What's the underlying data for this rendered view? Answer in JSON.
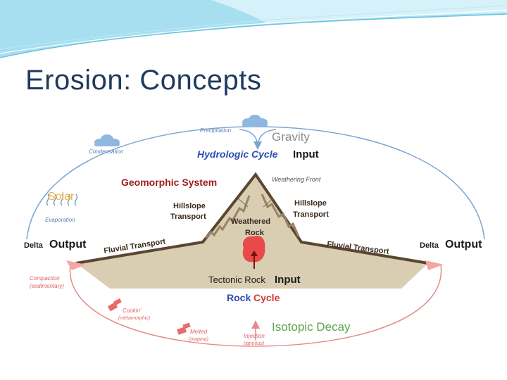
{
  "slide": {
    "title": "Erosion: Concepts"
  },
  "colors": {
    "title": "#1f3a5c",
    "header_band": "#a8dff0",
    "hydrologic_arrow": "#7aa6d6",
    "rock_arrow": "#e88a8a",
    "mountain_fill": "#d9ceb2",
    "mountain_edge": "#5a4632",
    "solar": "#f0b23a",
    "geomorphic_red": "#9b1c1c",
    "hydro_blue": "#2a4fb0",
    "rock_red": "#d23a3a",
    "isotopic_green": "#5aa34a",
    "cloud": "#8fb8e0",
    "magma": "#e84a4a"
  },
  "diagram": {
    "precipitation": "Precipitation",
    "gravity": "Gravity",
    "condensation": "Condensation",
    "hydrologic_cycle": "Hydrologic Cycle",
    "input_top": "Input",
    "geomorphic_system": "Geomorphic System",
    "weathering_front": "Weathering Front",
    "solar": "Solar",
    "evaporation": "Evaporation",
    "hillslope_left_1": "Hillslope",
    "hillslope_left_2": "Transport",
    "hillslope_right_1": "Hillslope",
    "hillslope_right_2": "Transport",
    "weathered_1": "Weathered",
    "weathered_2": "Rock",
    "delta_left": "Delta",
    "output_left": "Output",
    "delta_right": "Delta",
    "output_right": "Output",
    "fluvial_left": "Fluvial Transport",
    "fluvial_right": "Fluvial Transport",
    "tectonic_rock": "Tectonic Rock",
    "input_bottom": "Input",
    "rock_cycle_rock": "Rock",
    "rock_cycle_cycle": "Cycle",
    "compaction_1": "Compaction",
    "compaction_2": "(sedimentary)",
    "cookin_1": "Cookin'",
    "cookin_2": "(metamorphic)",
    "melted_1": "Melted",
    "melted_2": "(magma)",
    "injection_1": "Injection",
    "injection_2": "(igneous)",
    "isotopic_decay": "Isotopic Decay"
  }
}
